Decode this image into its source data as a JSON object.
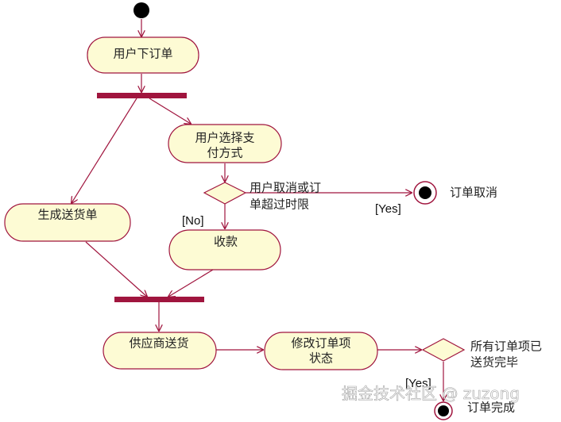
{
  "diagram": {
    "colors": {
      "node_fill": "#fdfbd4",
      "node_stroke": "#a0153e",
      "edge": "#a0153e",
      "bar": "#a0153e",
      "node_fill_alt": "#f9f6c8"
    },
    "activities": {
      "place_order": "用户下订单",
      "choose_payment_line1": "用户选择支",
      "choose_payment_line2": "付方式",
      "generate_delivery": "生成送货单",
      "collect_payment": "收款",
      "supplier_ship": "供应商送货",
      "update_status_line1": "修改订单项",
      "update_status_line2": "状态"
    },
    "decisions": {
      "cancel_question_line1": "用户取消或订",
      "cancel_question_line2": "单超过时限",
      "delivered_question_line1": "所有订单项已",
      "delivered_question_line2": "送货完毕"
    },
    "guards": {
      "no": "[No]",
      "yes_cancel": "[Yes]",
      "yes_complete": "[Yes]"
    },
    "end_states": {
      "order_cancelled": "订单取消",
      "order_complete": "订单完成"
    },
    "watermark": "掘金技术社区 @ zuzong"
  }
}
